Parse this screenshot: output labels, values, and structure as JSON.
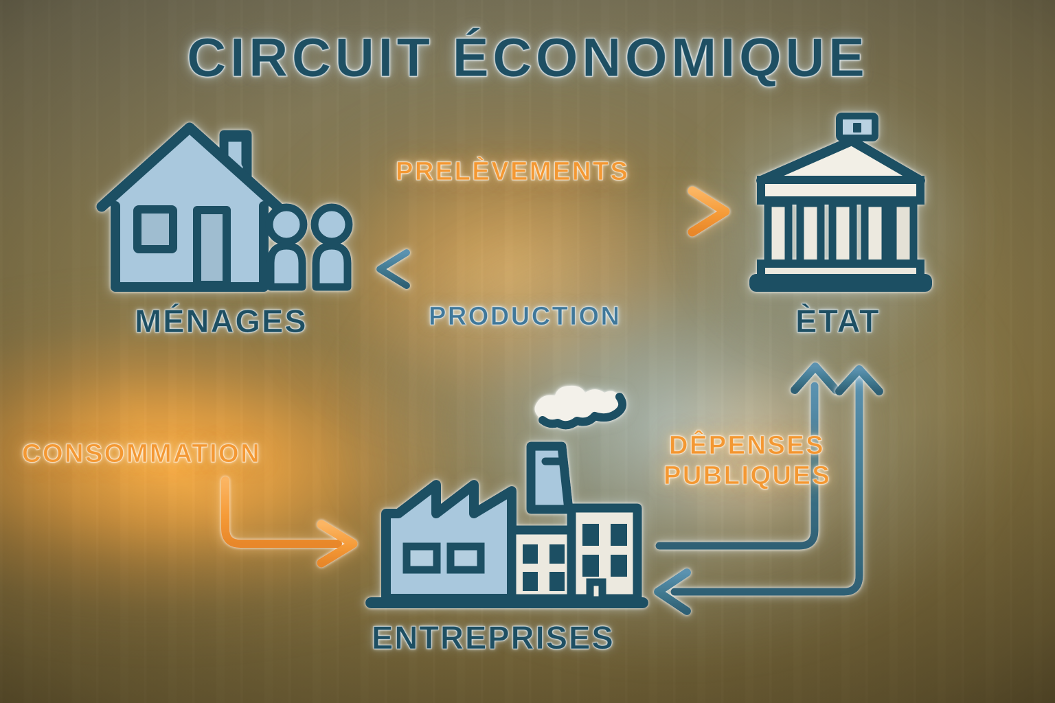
{
  "page": {
    "title": "CIRCUIT ÉCONOMIQUE",
    "language": "fr",
    "type": "economic-circuit-diagram"
  },
  "colors": {
    "dark_teal": "#1e4f63",
    "steel_blue": "#40789a",
    "light_blue_fill": "#a9c8dd",
    "cream_fill": "#ece9df",
    "orange": "#f39833",
    "orange_light": "#f8ad55",
    "background_warm": "#8a7744",
    "background_olive": "#7e7a63",
    "glow_white": "#ffffff"
  },
  "nodes": [
    {
      "id": "menages",
      "label": "MÉNAGES",
      "icon": "house-with-people-icon",
      "label_color": "#1e4f63",
      "position": "top-left"
    },
    {
      "id": "etat",
      "label": "ÈTAT",
      "icon": "government-building-icon",
      "label_color": "#1e4f63",
      "position": "top-right"
    },
    {
      "id": "entreprises",
      "label": "ENTREPRISES",
      "icon": "factory-icon",
      "label_color": "#1e4f63",
      "position": "bottom-center"
    }
  ],
  "flows": [
    {
      "id": "prelevements",
      "label": "PRELÈVEMENTS",
      "color": "#f39833",
      "from": "menages",
      "to": "etat",
      "direction": "right",
      "arrow": "single"
    },
    {
      "id": "production",
      "label": "PRODUCTION",
      "color": "#40789a",
      "from": "etat",
      "to": "menages",
      "direction": "left",
      "arrow": "single"
    },
    {
      "id": "consommation",
      "label": "CONSOMMATION",
      "color": "#f39833",
      "from": "menages",
      "to": "entreprises",
      "direction": "down-right",
      "arrow": "single"
    },
    {
      "id": "depenses-publiques",
      "label_line1": "DÊPENSES",
      "label_line2": "PUBLIQUES",
      "color": "#f39833",
      "from": "etat",
      "to": "entreprises",
      "direction": "down-left",
      "arrow": "single"
    }
  ],
  "chart_data": {
    "type": "diagram",
    "title": "CIRCUIT ÉCONOMIQUE",
    "nodes": [
      "MÉNAGES",
      "ÈTAT",
      "ENTREPRISES"
    ],
    "edges": [
      {
        "from": "MÉNAGES",
        "to": "ÈTAT",
        "label": "PRELÈVEMENTS",
        "color": "#f39833"
      },
      {
        "from": "ÈTAT",
        "to": "MÉNAGES",
        "label": "PRODUCTION",
        "color": "#40789a"
      },
      {
        "from": "MÉNAGES",
        "to": "ENTREPRISES",
        "label": "CONSOMMATION",
        "color": "#f39833"
      },
      {
        "from": "ÈTAT",
        "to": "ENTREPRISES",
        "label": "DÊPENSES PUBLIQUES",
        "color": "#f39833"
      },
      {
        "from": "ENTREPRISES",
        "to": "ÈTAT",
        "label": "",
        "color": "#40789a"
      }
    ]
  }
}
